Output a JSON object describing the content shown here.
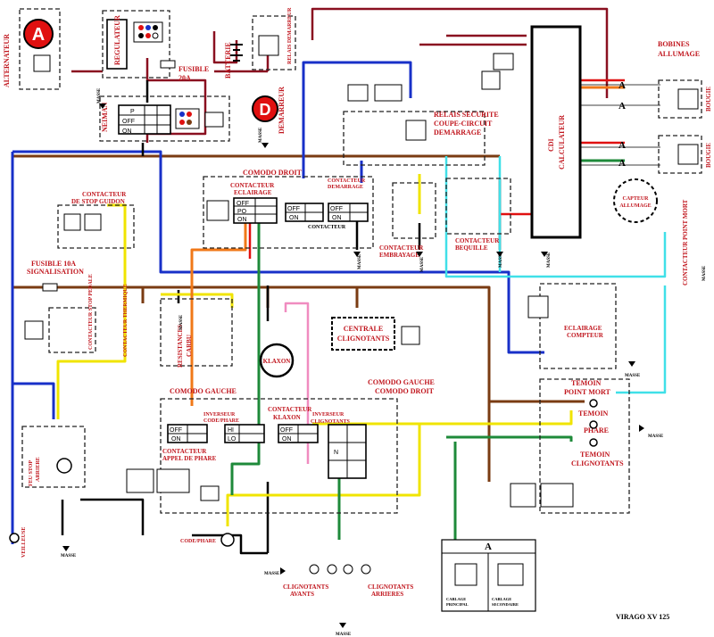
{
  "labels": {
    "alternateur": "ALTERNATEUR",
    "regulateur": "REGULATEUR",
    "fusible_20a": "FUSIBLE",
    "fusible_20a_value": "20A",
    "batterie": "BATTERIE",
    "relais_demarreur": "RELAIS DEMARREUR",
    "demarreur": "DEMARREUR",
    "neiman": "NEIMAN",
    "bobines_allumage_1": "BOBINES",
    "bobines_allumage_2": "ALLUMAGE",
    "bougie": "BOUGIE",
    "cdi": "CDI",
    "calculateur": "CALCULATEUR",
    "relais_securite_1": "RELAIS SECURITE",
    "relais_securite_2": "COUPE-CIRCUIT",
    "relais_securite_3": "DEMARRAGE",
    "comodo_droit": "COMODO DROIT",
    "contacteur_eclairage_1": "CONTACTEUR",
    "contacteur_eclairage_2": "ECLAIRAGE",
    "contacteur_demarrage_1": "CONTACTEUR",
    "contacteur_demarrage_2": "DEMARRAGE",
    "contacteur": "CONTACTEUR",
    "contacteur_stop_guidon_1": "CONTACTEUR",
    "contacteur_stop_guidon_2": "DE STOP GUIDON",
    "capteur_allumage_1": "CAPTEUR",
    "capteur_allumage_2": "ALLUMAGE",
    "contacteur_point_mort": "CONTACTEUR POINT MORT",
    "contacteur_embrayage_1": "CONTACTEUR",
    "contacteur_embrayage_2": "EMBRAYAGE",
    "contacteur_bequille_1": "CONTACTEUR",
    "contacteur_bequille_2": "BEQUILLE",
    "fusible_10a_1": "FUSIBLE  10A",
    "fusible_10a_2": "SIGNALISATION",
    "contacteur_stop_pedale": "CONTACTEUR STOP PEDALE",
    "contacteur_thermique": "CONTACTEUR THERMIQUE",
    "resistances": "RESISTANCES",
    "carbu": "CARBU",
    "klaxon": "KLAXON",
    "centrale_1": "CENTRALE",
    "centrale_2": "CLIGNOTANTS",
    "eclairage_compteur_1": "ECLAIRAGE",
    "eclairage_compteur_2": "COMPTEUR",
    "comodo_gauche": "COMODO GAUCHE",
    "comodo_gauche_droit_1": "COMODO GAUCHE",
    "comodo_gauche_droit_2": "COMODO DROIT",
    "inverseur_code_phare_1": "INVERSEUR",
    "inverseur_code_phare_2": "CODE/PHARE",
    "contacteur_klaxon_1": "CONTACTEUR",
    "contacteur_klaxon_2": "KLAXON",
    "inverseur_clignotants_1": "INVERSEUR",
    "inverseur_clignotants_2": "CLIGNOTANTS",
    "contacteur_appel_1": "CONTACTEUR",
    "contacteur_appel_2": "APPEL DE PHARE",
    "temoin_point_mort_1": "TEMOIN",
    "temoin_point_mort_2": "POINT MORT",
    "temoin": "TEMOIN",
    "phare": "PHARE",
    "temoin_clignotants_1": "TEMOIN",
    "temoin_clignotants_2": "CLIGNOTANTS",
    "feu_stop_1": "FEU STOP",
    "feu_stop_2": "ARRIERE",
    "veilleuse": "VEILLEUSE",
    "code_phare": "CODE/PHARE",
    "clignotants_avants_1": "CLIGNOTANTS",
    "clignotants_avants_2": "AVANTS",
    "clignotants_arrieres_1": "CLIGNOTANTS",
    "clignotants_arrieres_2": "ARRIERES",
    "masse": "MASSE",
    "title": "VIRAGO XV 125",
    "legend_title": "A",
    "cablage_principal_1": "CABLAGE",
    "cablage_principal_2": "PRINCIPAL",
    "cablage_secondaire_1": "CABLAGE",
    "cablage_secondaire_2": "SECONDAIRE",
    "a_letter": "A",
    "d_letter": "D"
  },
  "switch_text": {
    "p": "P",
    "off": "OFF",
    "on": "ON",
    "po": "PO",
    "hi": "HI",
    "lo": "LO",
    "n": "N"
  },
  "colors": {
    "red_label": "#c0141c",
    "brown": "#7a3b12",
    "blue": "#1830c8",
    "yellow": "#f0e400",
    "green": "#1e8a3a",
    "cyan": "#40e0e8",
    "orange": "#f07818",
    "pink": "#f08cc0",
    "darkred": "#8a1020"
  }
}
